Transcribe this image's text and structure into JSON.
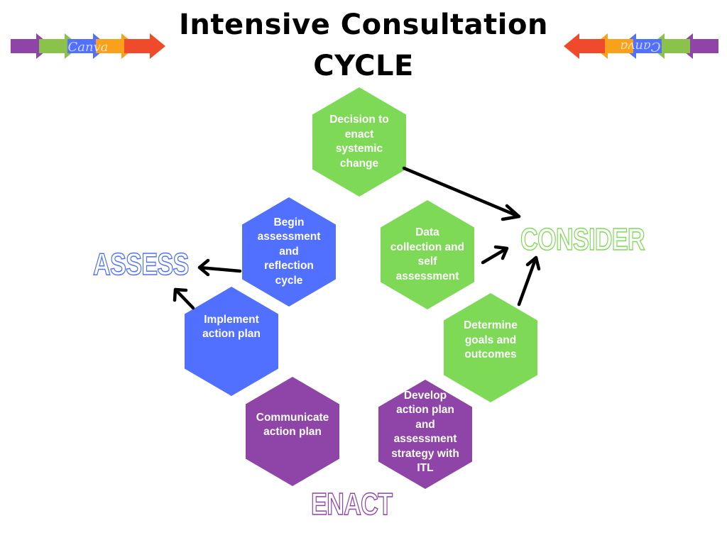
{
  "title": {
    "line1": "Intensive Consultation",
    "line2": "CYCLE"
  },
  "watermark": "Canva",
  "decorations": {
    "left_arrow_strip": {
      "direction": "right",
      "colors": [
        "#8f44a7",
        "#8bc34a",
        "#5170ff",
        "#f9a11b",
        "#ef4a2b"
      ]
    },
    "right_arrow_strip": {
      "direction": "left",
      "colors": [
        "#ef4a2b",
        "#f9a11b",
        "#5170ff",
        "#8bc34a",
        "#8f44a7"
      ]
    }
  },
  "colors": {
    "consider": "#7ed957",
    "assess": "#5170ff",
    "enact": "#8f44a7",
    "arrow": "#000000"
  },
  "phases": {
    "consider": "CONSIDER",
    "assess": "ASSESS",
    "enact": "ENACT"
  },
  "steps": [
    {
      "id": "decision",
      "label": "Decision to\nenact\nsystemic\nchange",
      "phase": "consider"
    },
    {
      "id": "begin-assessment",
      "label": "Begin\nassessment\nand\nreflection\ncycle",
      "phase": "assess"
    },
    {
      "id": "data-collection",
      "label": "Data\ncollection and\nself\nassessment",
      "phase": "consider"
    },
    {
      "id": "implement",
      "label": "Implement\naction plan",
      "phase": "assess"
    },
    {
      "id": "determine-goals",
      "label": "Determine\ngoals and\noutcomes",
      "phase": "consider"
    },
    {
      "id": "communicate",
      "label": "Communicate\naction plan",
      "phase": "enact"
    },
    {
      "id": "develop-plan",
      "label": "Develop\naction plan\nand\nassessment\nstrategy with\nITL",
      "phase": "enact"
    }
  ],
  "connections": [
    {
      "from": "decision",
      "to": "consider"
    },
    {
      "from": "data-collection",
      "to": "consider"
    },
    {
      "from": "determine-goals",
      "to": "consider"
    },
    {
      "from": "begin-assessment",
      "to": "assess"
    },
    {
      "from": "implement",
      "to": "assess"
    }
  ]
}
